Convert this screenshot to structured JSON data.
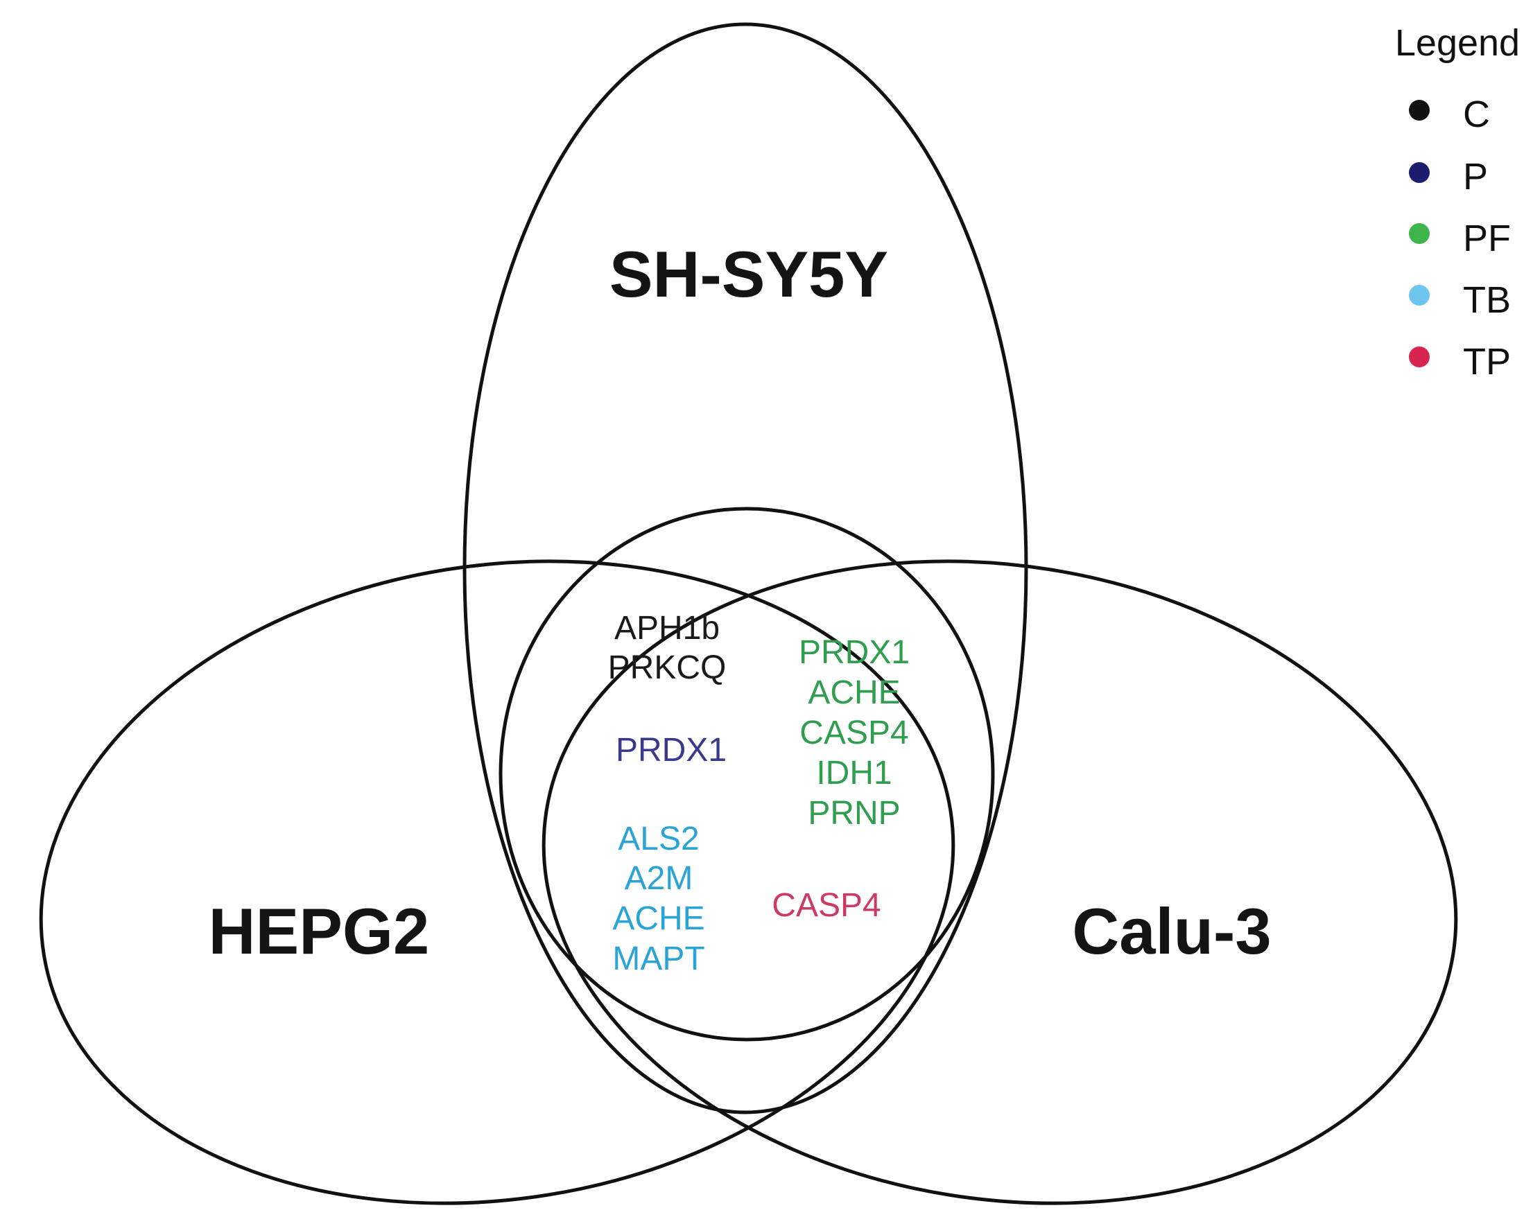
{
  "sets": {
    "sh_sy5y": "SH-SY5Y",
    "hepg2": "HEPG2",
    "calu3": "Calu-3"
  },
  "legend": {
    "title": "Legend",
    "items": [
      {
        "key": "C",
        "color": "#111111"
      },
      {
        "key": "P",
        "color": "#1c1c6e"
      },
      {
        "key": "PF",
        "color": "#3db54a"
      },
      {
        "key": "TB",
        "color": "#6ec6ee"
      },
      {
        "key": "TP",
        "color": "#d8254f"
      }
    ]
  },
  "genes": {
    "C": {
      "color": "#1a1a1a",
      "names": [
        "APH1b",
        "PRKCQ"
      ]
    },
    "P": {
      "color": "#3a3a8c",
      "names": [
        "PRDX1"
      ]
    },
    "PF": {
      "color": "#2f9e4f",
      "names": [
        "PRDX1",
        "ACHE",
        "CASP4",
        "IDH1",
        "PRNP"
      ]
    },
    "TB": {
      "color": "#2aa3d6",
      "names": [
        "ALS2",
        "A2M",
        "ACHE",
        "MAPT"
      ]
    },
    "TP": {
      "color": "#cc3a63",
      "names": [
        "CASP4"
      ]
    }
  }
}
